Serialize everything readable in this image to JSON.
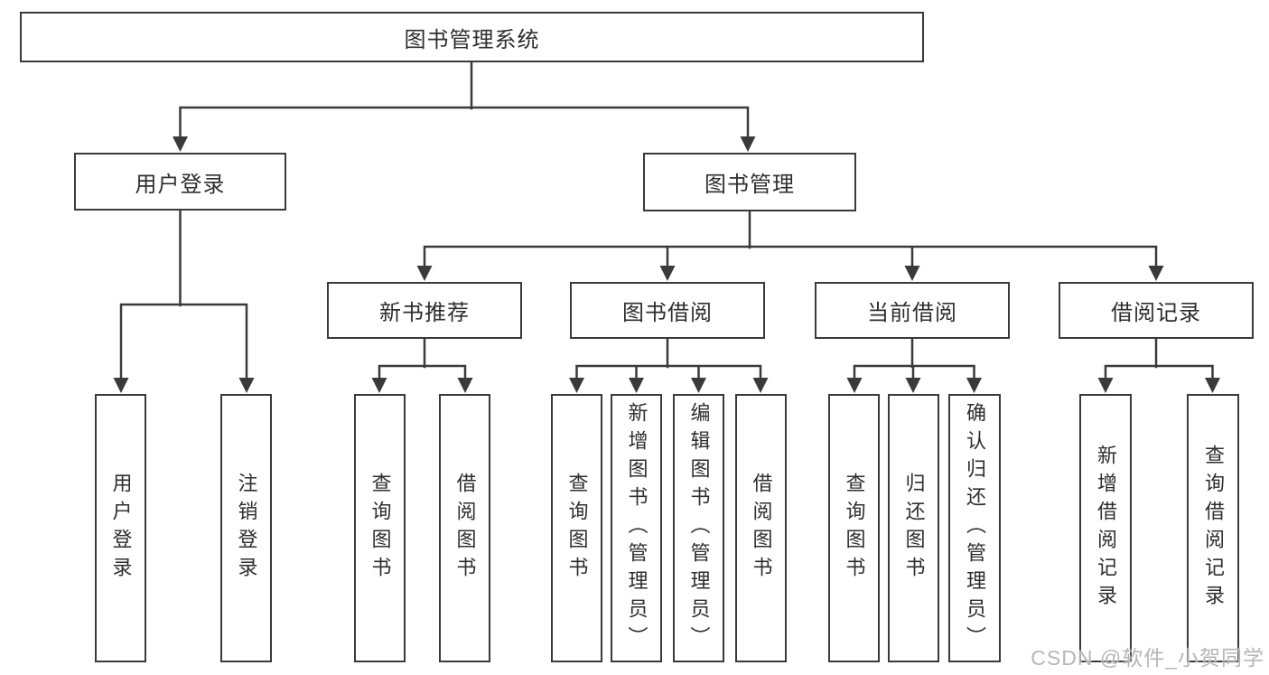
{
  "diagram": {
    "root": {
      "label": "图书管理系统"
    },
    "branches": [
      {
        "label": "用户登录",
        "children": [
          {
            "label": "用户登录"
          },
          {
            "label": "注销登录"
          }
        ]
      },
      {
        "label": "图书管理",
        "children": [
          {
            "label": "新书推荐",
            "children": [
              {
                "label": "查询图书"
              },
              {
                "label": "借阅图书"
              }
            ]
          },
          {
            "label": "图书借阅",
            "children": [
              {
                "label": "查询图书"
              },
              {
                "label": "新增图书（管理员）"
              },
              {
                "label": "编辑图书（管理员）"
              },
              {
                "label": "借阅图书"
              }
            ]
          },
          {
            "label": "当前借阅",
            "children": [
              {
                "label": "查询图书"
              },
              {
                "label": "归还图书"
              },
              {
                "label": "确认归还（管理员）"
              }
            ]
          },
          {
            "label": "借阅记录",
            "children": [
              {
                "label": "新增借阅记录"
              },
              {
                "label": "查询借阅记录"
              }
            ]
          }
        ]
      }
    ],
    "watermark": "CSDN @软件_小贺同学",
    "colors": {
      "line": "#3a3a3a",
      "text": "#2e2e2e",
      "background": "#ffffff",
      "watermark": "#b2b2b2"
    }
  }
}
